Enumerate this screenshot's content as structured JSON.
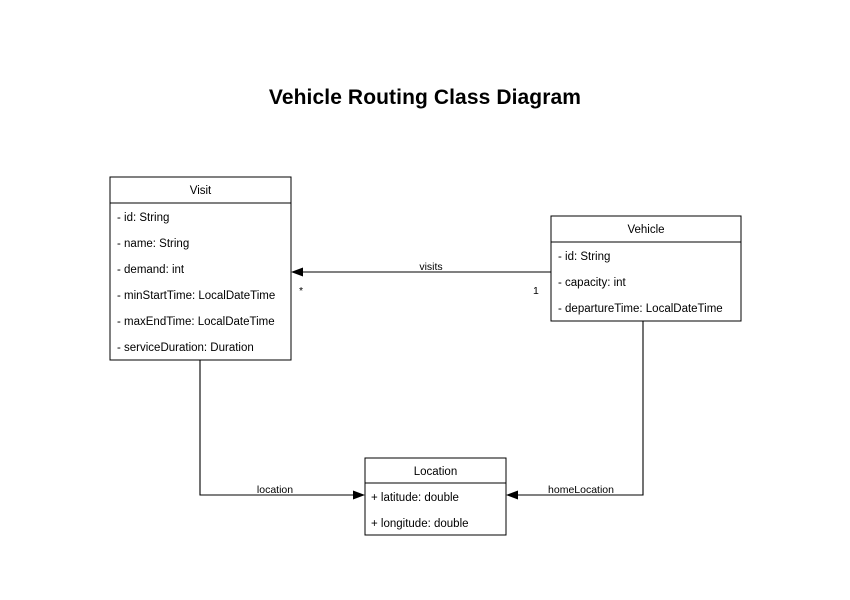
{
  "diagram": {
    "title": "Vehicle Routing Class Diagram",
    "background_color": "#ffffff",
    "stroke_color": "#000000",
    "classes": [
      {
        "id": "visit",
        "name": "Visit",
        "attributes": [
          "- id: String",
          "- name: String",
          "- demand: int",
          "- minStartTime: LocalDateTime",
          "- maxEndTime: LocalDateTime",
          "- serviceDuration: Duration"
        ]
      },
      {
        "id": "vehicle",
        "name": "Vehicle",
        "attributes": [
          "- id: String",
          "- capacity: int",
          "- departureTime: LocalDateTime"
        ]
      },
      {
        "id": "location",
        "name": "Location",
        "attributes": [
          "+ latitude: double",
          "+ longitude: double"
        ]
      }
    ],
    "relationships": [
      {
        "id": "visits",
        "label": "visits",
        "from": "Vehicle",
        "to": "Visit",
        "source_multiplicity": "1",
        "target_multiplicity": "*",
        "arrow": "open-directed"
      },
      {
        "id": "location",
        "label": "location",
        "from": "Visit",
        "to": "Location",
        "source_multiplicity": "",
        "target_multiplicity": "",
        "arrow": "open-directed"
      },
      {
        "id": "homeLocation",
        "label": "homeLocation",
        "from": "Vehicle",
        "to": "Location",
        "source_multiplicity": "",
        "target_multiplicity": "",
        "arrow": "open-directed"
      }
    ]
  }
}
